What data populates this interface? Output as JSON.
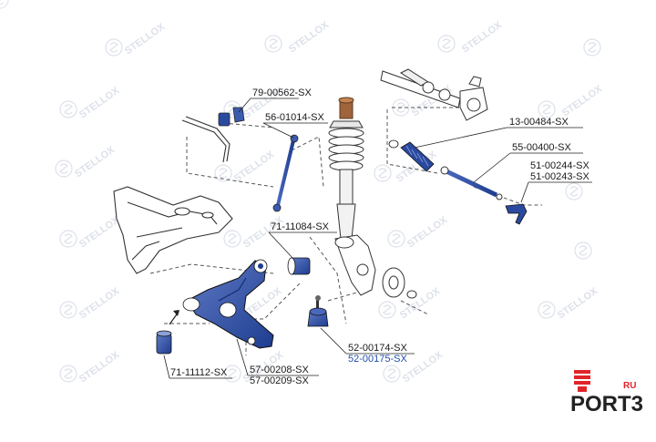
{
  "labels": {
    "p79_00562": "79-00562-SX",
    "p56_01014": "56-01014-SX",
    "p13_00484": "13-00484-SX",
    "p55_00400": "55-00400-SX",
    "p51_00244": "51-00244-SX",
    "p51_00243": "51-00243-SX",
    "p71_11084": "71-11084-SX",
    "p52_00174": "52-00174-SX",
    "p52_00175": "52-00175-SX",
    "p71_11112": "71-11112-SX",
    "p57_00208": "57-00208-SX",
    "p57_00209": "57-00209-SX"
  },
  "watermark": {
    "text": "STELLOX"
  },
  "logo": {
    "text": "PORT3",
    "suffix": "RU",
    "accent": "#e0252a"
  },
  "colors": {
    "part_fill": "#1f3d8f",
    "part_light": "#6d86c9",
    "outline": "#333333",
    "link": "#1f4fa8",
    "watermark": "#d9dde6"
  }
}
